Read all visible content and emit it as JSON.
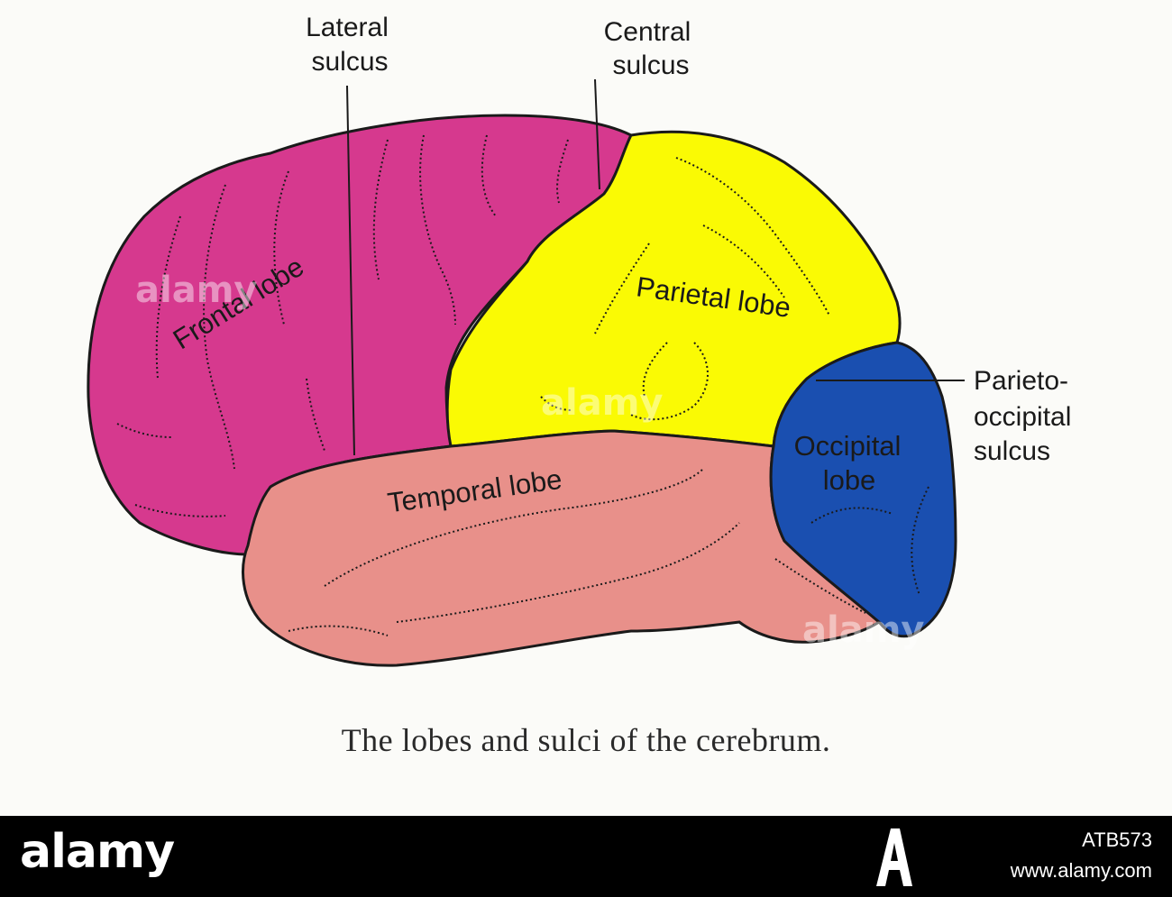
{
  "labels": {
    "lateral_sulcus": [
      "Lateral",
      "sulcus"
    ],
    "central_sulcus": [
      "Central",
      "sulcus"
    ],
    "parieto_occipital_sulcus": [
      "Parieto-",
      "occipital",
      "sulcus"
    ],
    "frontal_lobe": "Frontal lobe",
    "parietal_lobe": "Parietal lobe",
    "temporal_lobe": "Temporal lobe",
    "occipital_lobe": [
      "Occipital",
      "lobe"
    ]
  },
  "caption": "The lobes and sulci of the cerebrum.",
  "watermark": "alamy",
  "footer": {
    "brand": "alamy",
    "image_id": "ATB573",
    "site": "www.alamy.com"
  },
  "colors": {
    "frontal": "#d6398e",
    "parietal": "#fafa04",
    "temporal": "#e8908a",
    "occipital": "#1a4fb0",
    "outline": "#1a1a1a",
    "background": "#fbfbf8",
    "footer": "#000000"
  }
}
